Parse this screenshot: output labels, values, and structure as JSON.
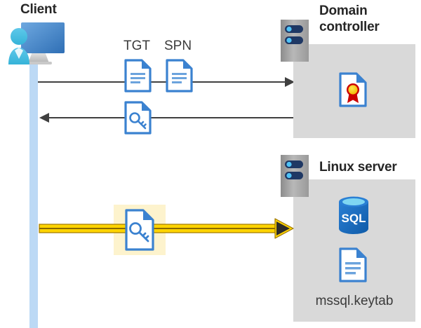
{
  "diagram": {
    "type": "kerberos-authentication-flow",
    "background": "#ffffff",
    "colors": {
      "lifeline": "#bcd9f5",
      "server_box": "#d9d9d9",
      "highlight": "#fdf3cd",
      "arrow_dark": "#404040",
      "arrow_yellow": "#ffd400",
      "doc_blue": "#3b82d0",
      "sql_blue": "#1a6fc4",
      "seal_red": "#cc0000",
      "seal_gold": "#ffd400",
      "text_dark": "#262626"
    }
  },
  "client": {
    "title": "Client",
    "icon": "user-computer-icon"
  },
  "messages": {
    "request": {
      "labels": [
        "TGT",
        "SPN"
      ],
      "direction": "client-to-domain-controller",
      "icons": [
        "document-tgt-icon",
        "document-spn-icon"
      ]
    },
    "response": {
      "direction": "domain-controller-to-client",
      "icon": "document-key-icon"
    },
    "service_ticket": {
      "direction": "client-to-linux-server",
      "icon": "document-key-icon",
      "highlighted": true
    }
  },
  "domain_controller": {
    "title": "Domain controller",
    "server_icon": "server-rack-icon",
    "contents": [
      {
        "icon": "certificate-icon",
        "label": ""
      }
    ]
  },
  "linux_server": {
    "title": "Linux server",
    "server_icon": "server-rack-icon",
    "contents": [
      {
        "icon": "sql-database-icon",
        "label": "SQL"
      },
      {
        "icon": "document-icon",
        "label": "mssql.keytab"
      }
    ]
  }
}
